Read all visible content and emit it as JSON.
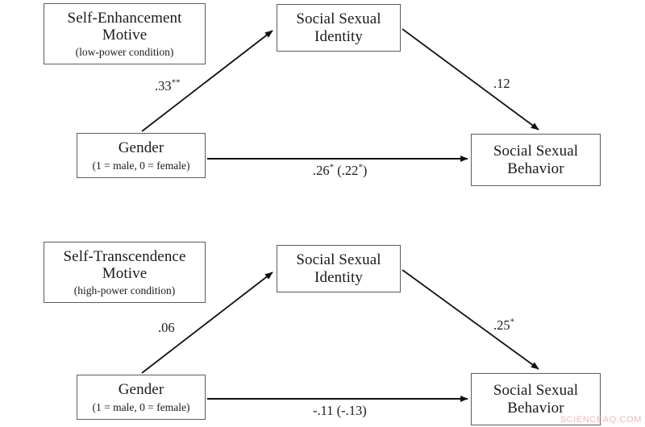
{
  "figure": {
    "type": "path-diagram",
    "watermark": "SCIENCEAQ.COM",
    "accent_color": "#1a1a1a",
    "box_border_color": "#5c5c5c",
    "watermark_color": "#f0b9bd"
  },
  "panels": [
    {
      "id": "top",
      "nodes": {
        "moderator": {
          "title": "Self-Enhancement Motive",
          "subtitle": "(low-power condition)"
        },
        "mediator": {
          "title": "Social Sexual Identity",
          "subtitle": ""
        },
        "predictor": {
          "title": "Gender",
          "subtitle": "(1 = male, 0 = female)"
        },
        "outcome": {
          "title": "Social Sexual Behavior",
          "subtitle": ""
        }
      },
      "paths": {
        "a": {
          "value": ".33",
          "stars": "**",
          "full": ".33**"
        },
        "b": {
          "value": ".12",
          "stars": "",
          "full": ".12"
        },
        "c": {
          "value": ".26",
          "stars": "*",
          "indirect": ".22",
          "indirect_stars": "*",
          "full": ".26* (.22*)"
        }
      }
    },
    {
      "id": "bottom",
      "nodes": {
        "moderator": {
          "title": "Self-Transcendence Motive",
          "subtitle": "(high-power condition)"
        },
        "mediator": {
          "title": "Social Sexual Identity",
          "subtitle": ""
        },
        "predictor": {
          "title": "Gender",
          "subtitle": "(1 = male, 0 = female)"
        },
        "outcome": {
          "title": "Social Sexual Behavior",
          "subtitle": ""
        }
      },
      "paths": {
        "a": {
          "value": ".06",
          "stars": "",
          "full": ".06"
        },
        "b": {
          "value": ".25",
          "stars": "*",
          "full": ".25*"
        },
        "c": {
          "value": "-.11",
          "stars": "",
          "indirect": "-.13",
          "indirect_stars": "",
          "full": "-.11 (-.13)"
        }
      }
    }
  ]
}
